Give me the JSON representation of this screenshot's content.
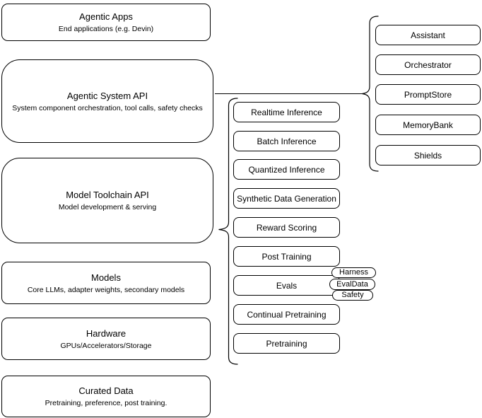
{
  "diagram": {
    "colors": {
      "stroke": "#000000",
      "fill": "#ffffff",
      "background": "#ffffff"
    },
    "left_stack": [
      {
        "title": "Agentic Apps",
        "subtitle": "End applications (e.g. Devin)"
      },
      {
        "title": "Agentic System API",
        "subtitle": "System component orchestration, tool calls, safety checks"
      },
      {
        "title": "Model Toolchain API",
        "subtitle": "Model development & serving"
      },
      {
        "title": "Models",
        "subtitle": "Core LLMs, adapter weights, secondary models"
      },
      {
        "title": "Hardware",
        "subtitle": "GPUs/Accelerators/Storage"
      },
      {
        "title": "Curated Data",
        "subtitle": "Pretraining, preference, post training."
      }
    ],
    "toolchain_services": [
      "Realtime Inference",
      "Batch Inference",
      "Quantized Inference",
      "Synthetic Data Generation",
      "Reward Scoring",
      "Post Training",
      "Evals",
      "Continual Pretraining",
      "Pretraining"
    ],
    "eval_tags": [
      "Harness",
      "EvalData",
      "Safety"
    ],
    "system_components": [
      "Assistant",
      "Orchestrator",
      "PromptStore",
      "MemoryBank",
      "Shields"
    ]
  }
}
